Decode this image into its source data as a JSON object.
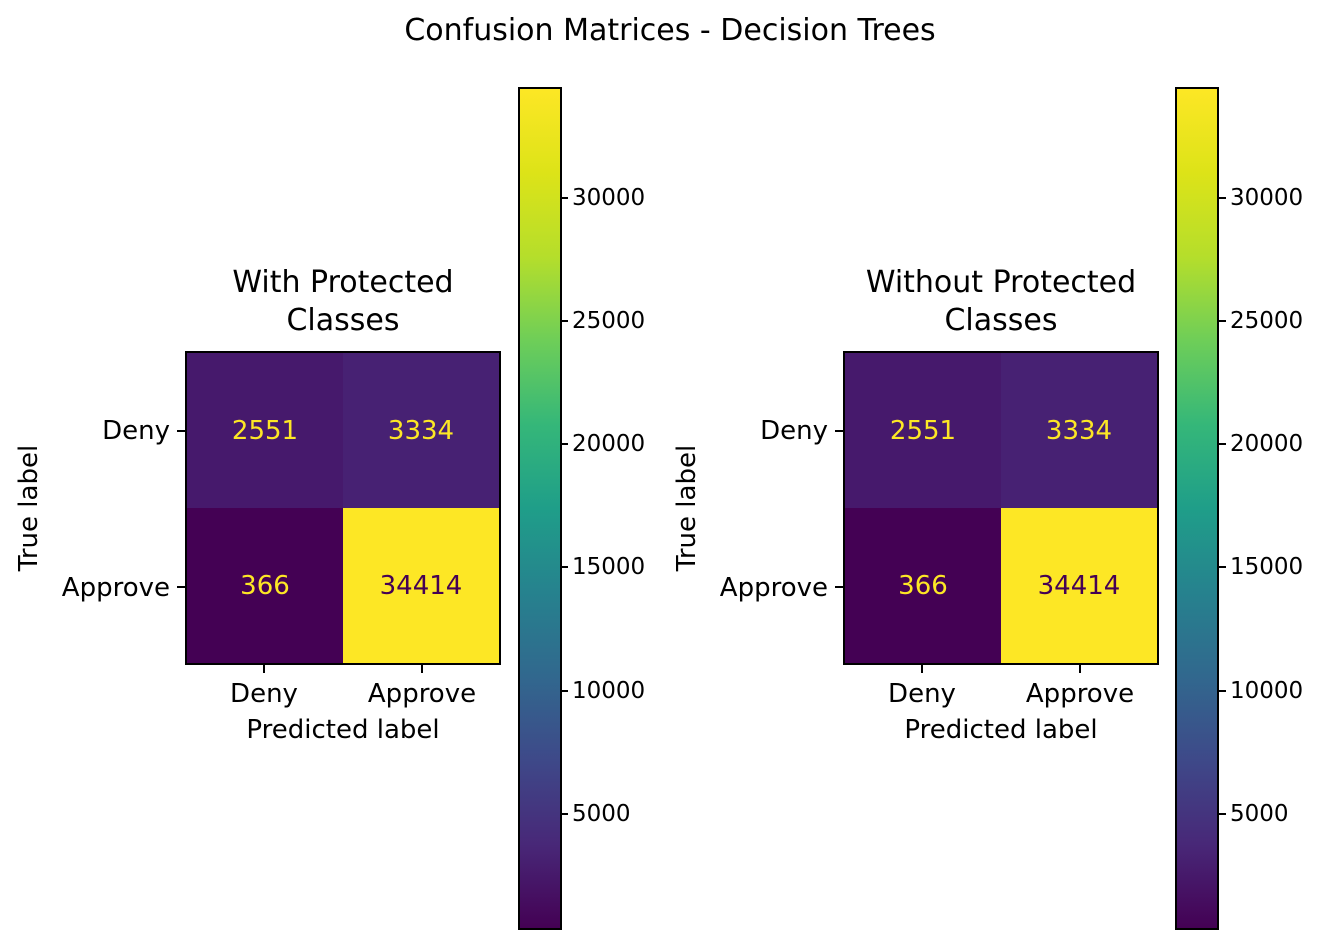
{
  "figure": {
    "suptitle": "Confusion Matrices - Decision Trees"
  },
  "chart_data": [
    {
      "type": "heatmap",
      "title": "With Protected Classes",
      "title_lines": [
        "With Protected",
        "Classes"
      ],
      "xlabel": "Predicted label",
      "ylabel": "True label",
      "x_tick_labels": [
        "Deny",
        "Approve"
      ],
      "y_tick_labels": [
        "Deny",
        "Approve"
      ],
      "values": [
        [
          2551,
          3334
        ],
        [
          366,
          34414
        ]
      ],
      "cell_colors": [
        [
          "#46196c",
          "#472173"
        ],
        [
          "#440154",
          "#fde725"
        ]
      ],
      "cell_text_colors": [
        [
          "#fde725",
          "#fde725"
        ],
        [
          "#fde725",
          "#440154"
        ]
      ],
      "colormap": "viridis",
      "colorbar": {
        "vmin": 366,
        "vmax": 34414,
        "tick_labels": [
          "5000",
          "10000",
          "15000",
          "20000",
          "25000",
          "30000"
        ],
        "gradient_stops": [
          "#440154",
          "#482878",
          "#3e4989",
          "#31688e",
          "#26828e",
          "#1f9e89",
          "#35b779",
          "#6ece58",
          "#b5de2b",
          "#dde318",
          "#fde725"
        ]
      }
    },
    {
      "type": "heatmap",
      "title": "Without Protected Classes",
      "title_lines": [
        "Without Protected",
        "Classes"
      ],
      "xlabel": "Predicted label",
      "ylabel": "True label",
      "x_tick_labels": [
        "Deny",
        "Approve"
      ],
      "y_tick_labels": [
        "Deny",
        "Approve"
      ],
      "values": [
        [
          2551,
          3334
        ],
        [
          366,
          34414
        ]
      ],
      "cell_colors": [
        [
          "#46196c",
          "#472173"
        ],
        [
          "#440154",
          "#fde725"
        ]
      ],
      "cell_text_colors": [
        [
          "#fde725",
          "#fde725"
        ],
        [
          "#fde725",
          "#440154"
        ]
      ],
      "colormap": "viridis",
      "colorbar": {
        "vmin": 366,
        "vmax": 34414,
        "tick_labels": [
          "5000",
          "10000",
          "15000",
          "20000",
          "25000",
          "30000"
        ],
        "gradient_stops": [
          "#440154",
          "#482878",
          "#3e4989",
          "#31688e",
          "#26828e",
          "#1f9e89",
          "#35b779",
          "#6ece58",
          "#b5de2b",
          "#dde318",
          "#fde725"
        ]
      }
    }
  ]
}
